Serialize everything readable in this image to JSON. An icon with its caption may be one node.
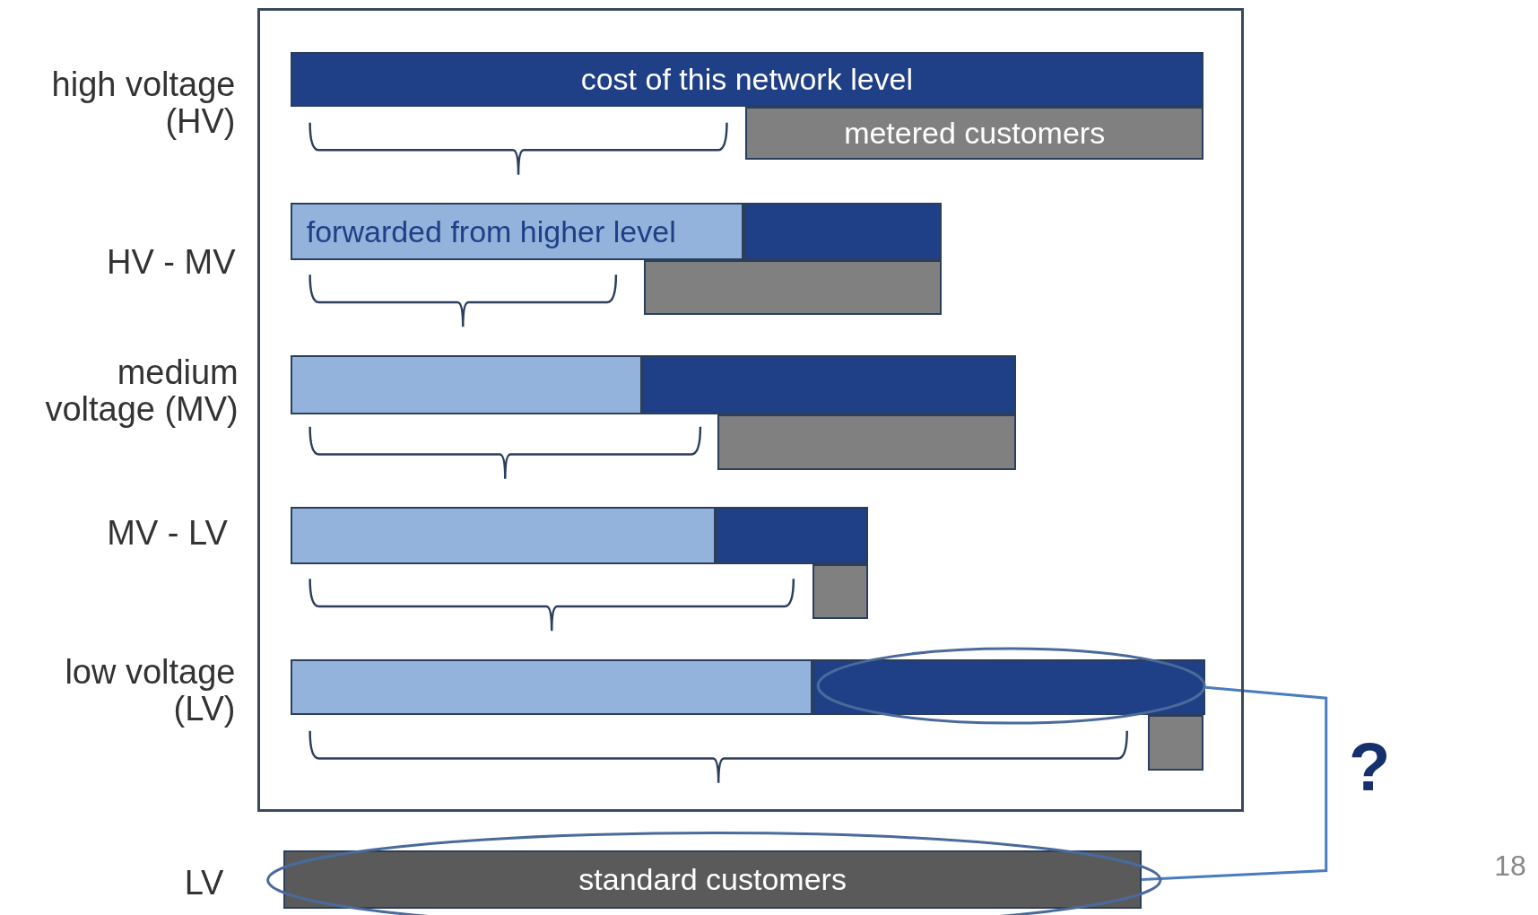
{
  "diagram": {
    "nodes": [
      {
        "text": [],
        "shape": "box"
      },
      {
        "text": [
          "cost of this network level"
        ],
        "in": 0
      },
      {
        "text": [
          "metered customers"
        ],
        "in": 0
      },
      {
        "text": [
          "forwarded from higher level"
        ],
        "in": 0
      },
      {
        "text": [],
        "shape": "bar",
        "in": 0
      },
      {
        "text": [],
        "shape": "bar",
        "in": 0
      },
      {
        "text": [],
        "shape": "bar",
        "in": 0
      },
      {
        "text": [],
        "shape": "bar",
        "in": 0
      },
      {
        "text": [],
        "shape": "bar",
        "in": 0
      },
      {
        "text": [],
        "shape": "bar",
        "in": 0
      },
      {
        "text": [],
        "shape": "bar",
        "in": 0
      },
      {
        "text": [],
        "shape": "bar",
        "in": 0
      },
      {
        "text": [],
        "shape": "bar",
        "in": 0
      },
      {
        "text": [],
        "shape": "bar",
        "in": 0
      },
      {
        "text": [],
        "shape": "bar",
        "in": 0
      },
      {
        "text": [
          "standard customers"
        ]
      }
    ],
    "edges": [
      {
        "from": 13,
        "to": 15,
        "arrow": "none",
        "label": "?"
      }
    ],
    "labels": [
      "high voltage (HV)",
      "HV - MV",
      "medium voltage (MV)",
      "MV - LV",
      "low voltage (LV)",
      "LV",
      "18"
    ]
  }
}
